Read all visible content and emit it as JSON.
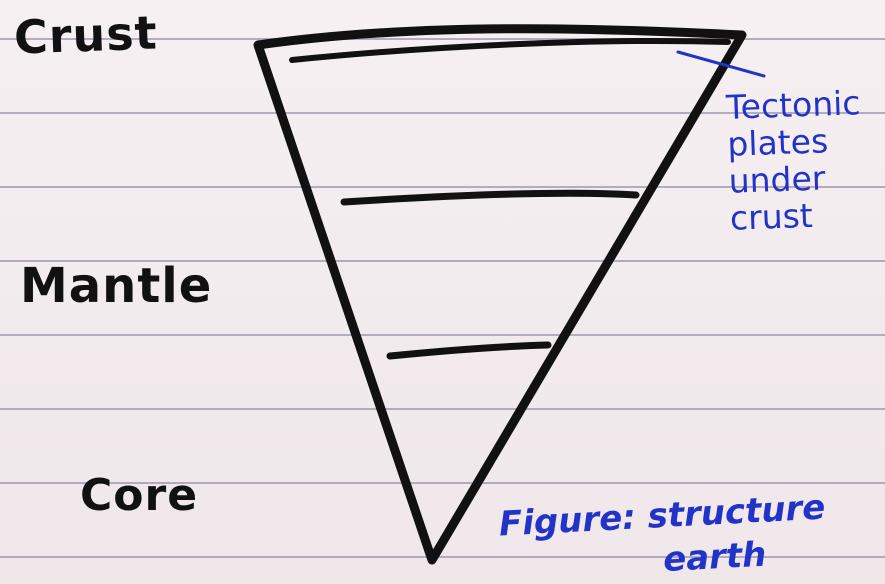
{
  "labels": {
    "crust": "Crust",
    "mantle": "Mantle",
    "core": "Core"
  },
  "annotation": {
    "lines": [
      "Tectonic",
      "plates",
      "under",
      "crust"
    ]
  },
  "caption": {
    "line1": "Figure: structure",
    "line2": "earth"
  },
  "colors": {
    "paper": "#f4eef0",
    "rule_lines": "#9c95ae",
    "marker_black": "#111111",
    "ink_blue": "#2233c8"
  }
}
